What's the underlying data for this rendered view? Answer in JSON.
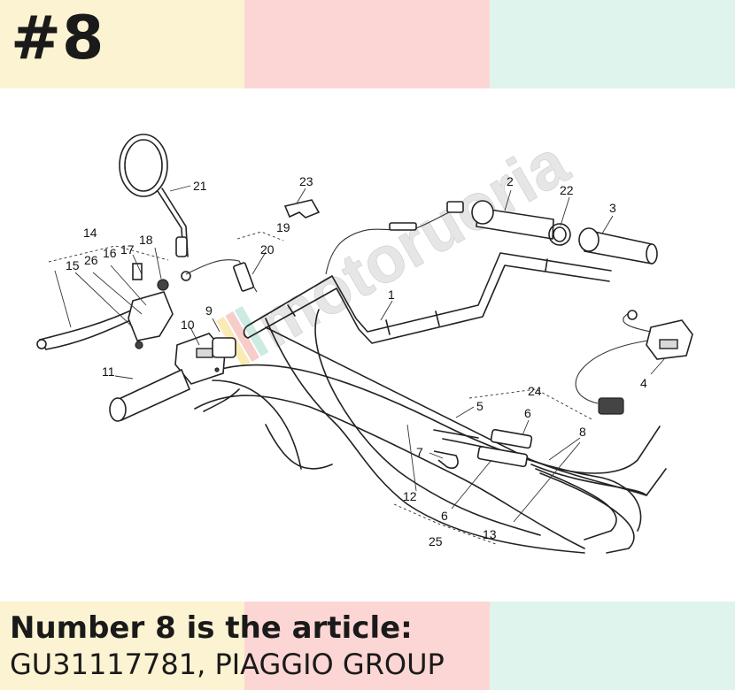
{
  "badge": "#8",
  "article": {
    "heading": "Number 8 is the article:",
    "code": "GU31117781, PIAGGIO GROUP"
  },
  "watermark": "motoruoria",
  "callouts": {
    "c1": "1",
    "c2": "2",
    "c3": "3",
    "c4": "4",
    "c5": "5",
    "c6a": "6",
    "c6b": "6",
    "c7": "7",
    "c8": "8",
    "c9": "9",
    "c10": "10",
    "c11": "11",
    "c12": "12",
    "c13": "13",
    "c14": "14",
    "c15": "15",
    "c16": "16",
    "c17": "17",
    "c18": "18",
    "c19": "19",
    "c20": "20",
    "c21": "21",
    "c22": "22",
    "c23": "23",
    "c24": "24",
    "c25": "25",
    "c26": "26"
  },
  "colors": {
    "band_yellow": "#fcf3d2",
    "band_pink": "#fcd6d4",
    "band_mint": "#e0f4ee"
  }
}
